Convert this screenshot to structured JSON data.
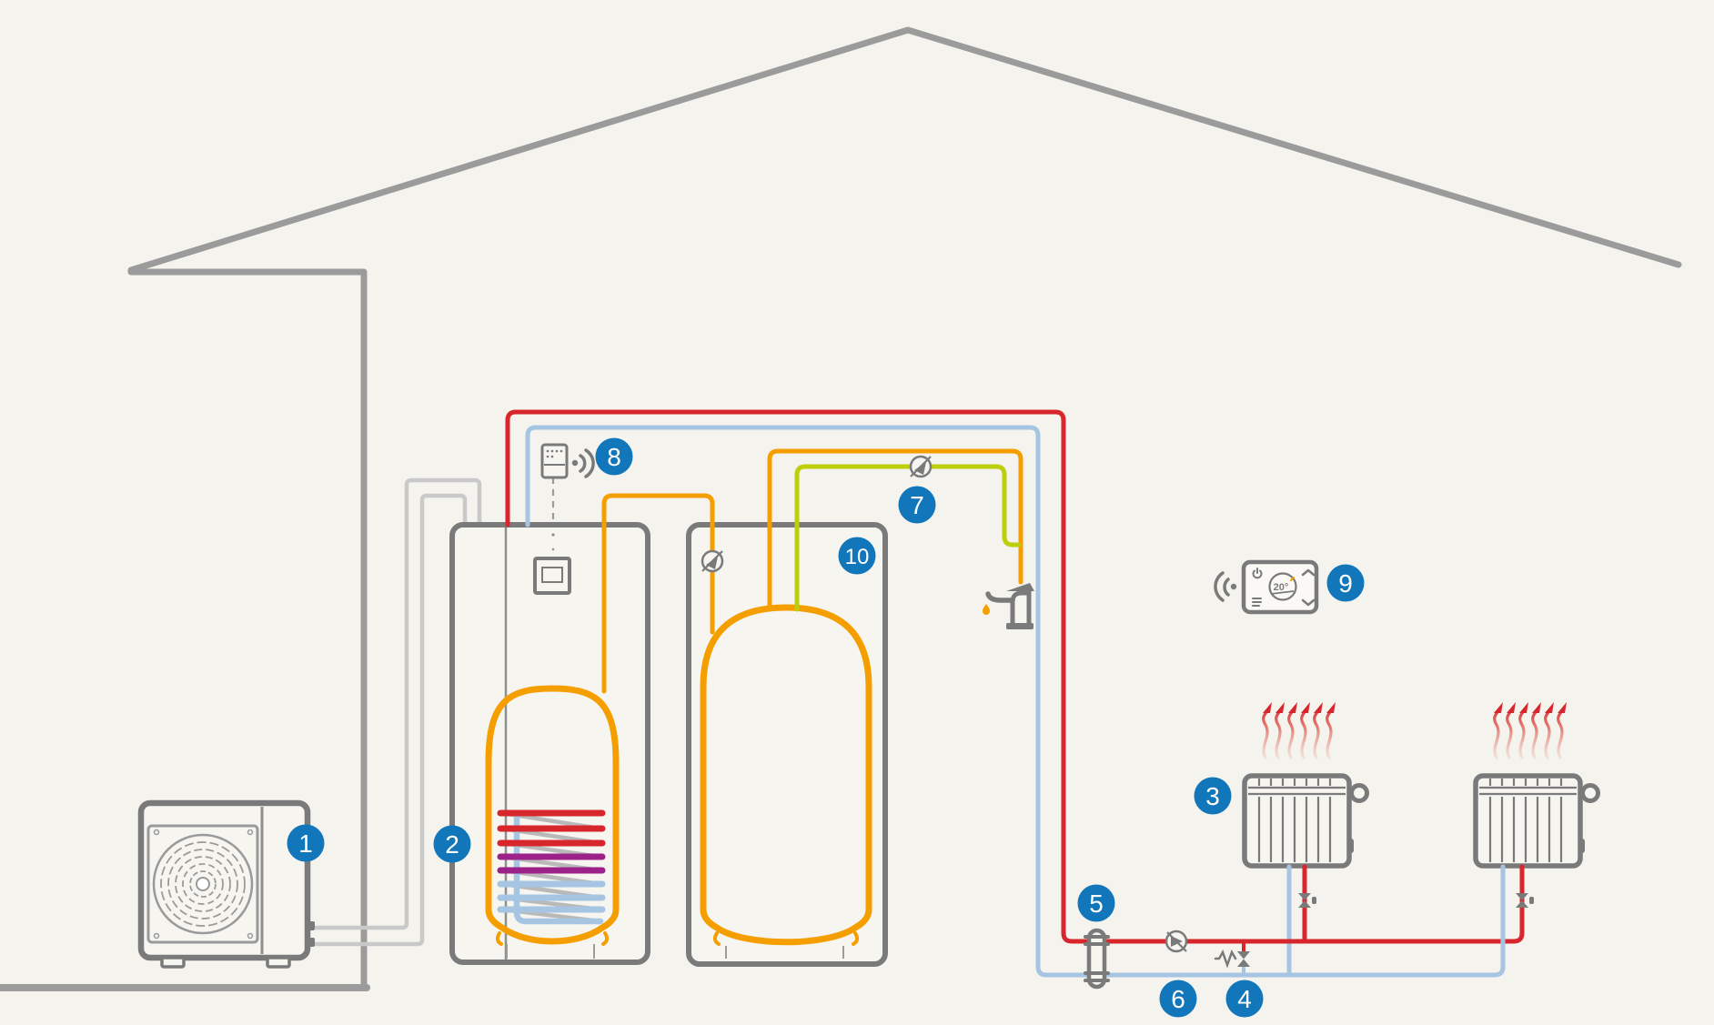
{
  "diagram": {
    "kind": "heat-pump-heating-system-diagram",
    "thermostat": {
      "display_value": "20°"
    }
  },
  "colors": {
    "background": "#f4f3ee",
    "house_outline": "#9b9b9b",
    "equipment_outline": "#7a7a7a",
    "refrigerant_pipe": "#c9c9c9",
    "heating_flow": "#d7262c",
    "heating_return": "#a6c5e3",
    "hot_water": "#f59e00",
    "dhw_circulation": "#bccf0a",
    "coil_purple": "#9c2189",
    "badge": "#1276bb",
    "badge_text": "#ffffff"
  },
  "badges": [
    {
      "label": "1",
      "component": "heat-pump-outdoor-unit"
    },
    {
      "label": "2",
      "component": "indoor-unit-with-tank"
    },
    {
      "label": "3",
      "component": "radiator"
    },
    {
      "label": "4",
      "component": "bypass-valve"
    },
    {
      "label": "5",
      "component": "filter"
    },
    {
      "label": "6",
      "component": "circulation-pump"
    },
    {
      "label": "7",
      "component": "dhw-circulation-pump"
    },
    {
      "label": "8",
      "component": "wireless-gateway"
    },
    {
      "label": "9",
      "component": "room-thermostat"
    },
    {
      "label": "10",
      "component": "storage-tank"
    }
  ]
}
